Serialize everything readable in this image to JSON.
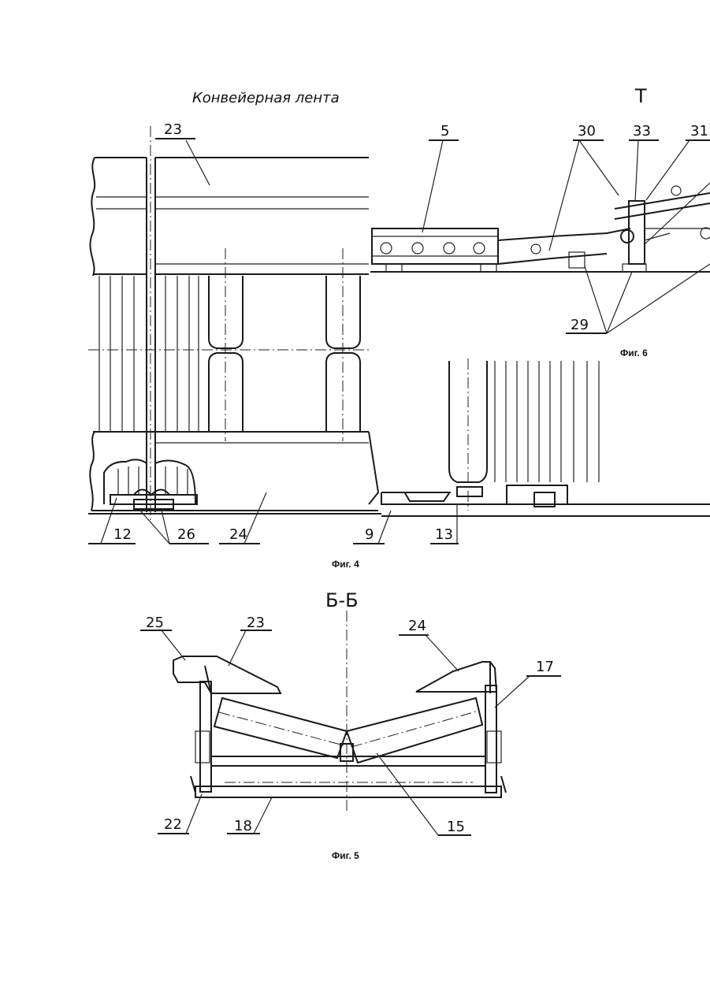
{
  "header": {
    "title": "Конвейерная лента",
    "corner_letter": "Т"
  },
  "fig4": {
    "caption": "Фиг. 4",
    "labels": {
      "l23": "23",
      "l12": "12",
      "l26": "26",
      "l24": "24",
      "l9": "9",
      "l13": "13"
    }
  },
  "fig6": {
    "caption": "Фиг. 6",
    "labels": {
      "l5": "5",
      "l30": "30",
      "l33": "33",
      "l31": "31",
      "l29": "29"
    }
  },
  "fig5": {
    "caption": "Фиг. 5",
    "section": "Б-Б",
    "labels": {
      "l25": "25",
      "l23": "23",
      "l24": "24",
      "l17": "17",
      "l22": "22",
      "l18": "18",
      "l15": "15"
    }
  }
}
